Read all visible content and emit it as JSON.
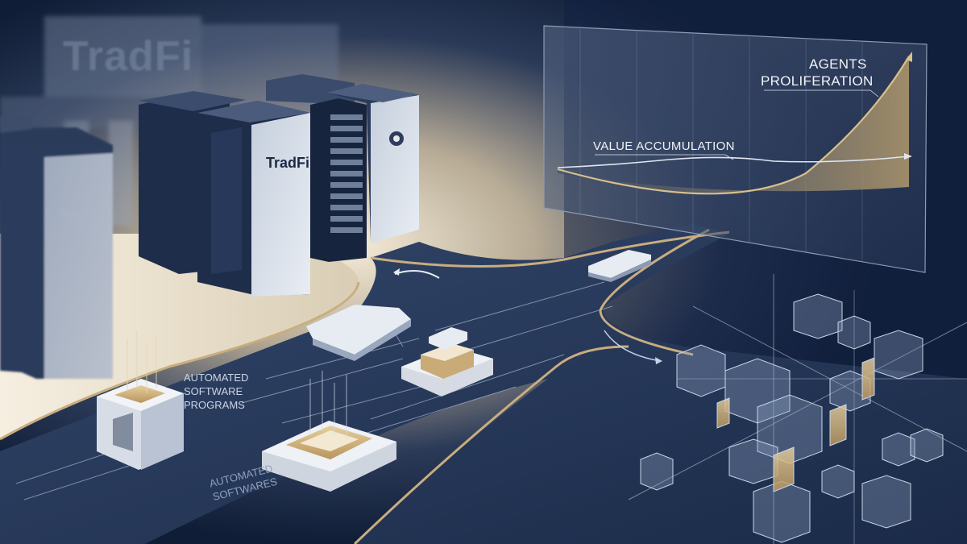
{
  "scene": {
    "sign_top": "TradFi",
    "server_label_main": "TradFi",
    "server_label_side": "TradFi",
    "chart": {
      "label_top_line1": "Agents",
      "label_top_line2": "Proliferation",
      "label_mid": "Value Accumulation"
    },
    "label_programs_line1": "Automated",
    "label_programs_line2": "Software",
    "label_programs_line3": "Programs",
    "label_softwares_line1": "Automated",
    "label_softwares_line2": "Softwares",
    "colors": {
      "background": "#0f1d36",
      "gold_accent": "#c8ad7f",
      "light_glow": "#efe3cc",
      "server_dark": "#1e2d4a"
    }
  }
}
